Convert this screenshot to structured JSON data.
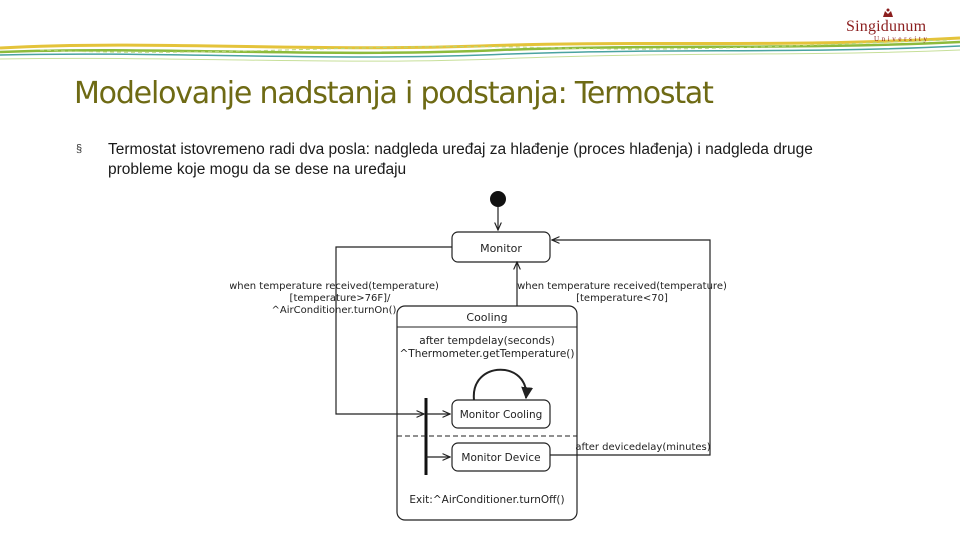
{
  "logo": {
    "name": "Singidunum",
    "subtitle": "University"
  },
  "title": "Modelovanje nadstanja i podstanja: Termostat",
  "bullet": {
    "marker": "§",
    "text": "Termostat istovremeno radi dva posla: nadgleda uređaj za hlađenje (proces hlađenja) i nadgleda druge probleme koje mogu da se dese na uređaju"
  },
  "diagram": {
    "states": {
      "monitor": "Monitor",
      "cooling": "Cooling",
      "monitor_cooling": "Monitor Cooling",
      "monitor_device": "Monitor Device"
    },
    "transitions": {
      "left_line1": "when temperature received(temperature)",
      "left_line2": "[temperature>76F]/",
      "left_line3": "^AirConditioner.turnOn()",
      "right_line1": "when temperature received(temperature)",
      "right_line2": "[temperature<70]",
      "inner_line1": "after tempdelay(seconds)",
      "inner_line2": "^Thermometer.getTemperature()",
      "device_delay": "after devicedelay(minutes)",
      "exit_action": "Exit:^AirConditioner.turnOff()"
    }
  },
  "colors": {
    "title": "#6e6a14",
    "swoosh_green": "#8dbb3c",
    "swoosh_yellow": "#e4c33a",
    "swoosh_teal": "#4aa3a0",
    "logo": "#8b1e1e"
  }
}
